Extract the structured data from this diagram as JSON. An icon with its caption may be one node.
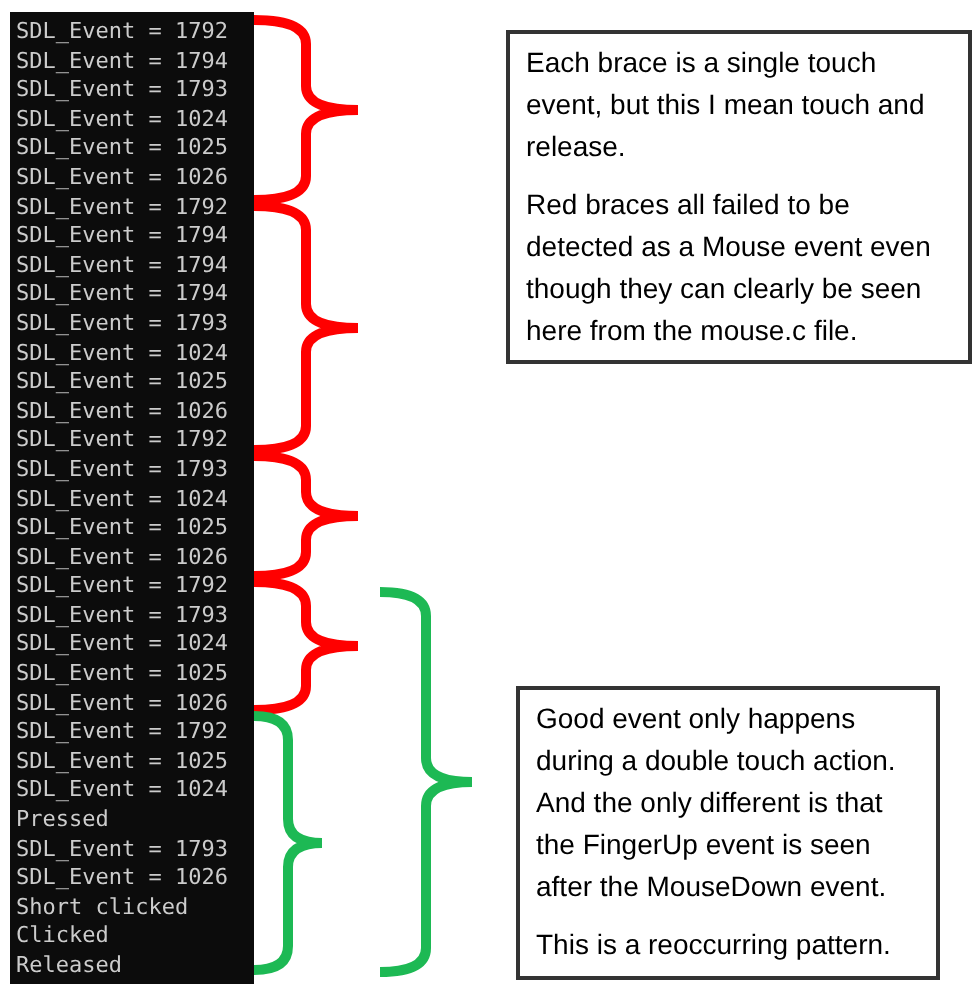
{
  "diagram": {
    "nodes": [
      {
        "text": [
          "Each brace is a single touch event, but this I mean touch and release.",
          "Red braces all failed to be detected as a Mouse event even though they can clearly be seen here from the mouse.c file."
        ]
      },
      {
        "text": [
          "Good event only happens during a double touch action. And the only different is that the FingerUp event is seen after the MouseDown event.",
          "This is a reoccurring pattern."
        ]
      }
    ],
    "labels": [
      "SDL_Event = 1792",
      "SDL_Event = 1794",
      "SDL_Event = 1793",
      "SDL_Event = 1024",
      "SDL_Event = 1025",
      "SDL_Event = 1026",
      "SDL_Event = 1792",
      "SDL_Event = 1794",
      "SDL_Event = 1794",
      "SDL_Event = 1794",
      "SDL_Event = 1793",
      "SDL_Event = 1024",
      "SDL_Event = 1025",
      "SDL_Event = 1026",
      "SDL_Event = 1792",
      "SDL_Event = 1793",
      "SDL_Event = 1024",
      "SDL_Event = 1025",
      "SDL_Event = 1026",
      "SDL_Event = 1792",
      "SDL_Event = 1793",
      "SDL_Event = 1024",
      "SDL_Event = 1025",
      "SDL_Event = 1026",
      "SDL_Event = 1792",
      "SDL_Event = 1025",
      "SDL_Event = 1024",
      "Pressed",
      "SDL_Event = 1793",
      "SDL_Event = 1026",
      "Short clicked",
      "Clicked",
      "Released"
    ]
  }
}
